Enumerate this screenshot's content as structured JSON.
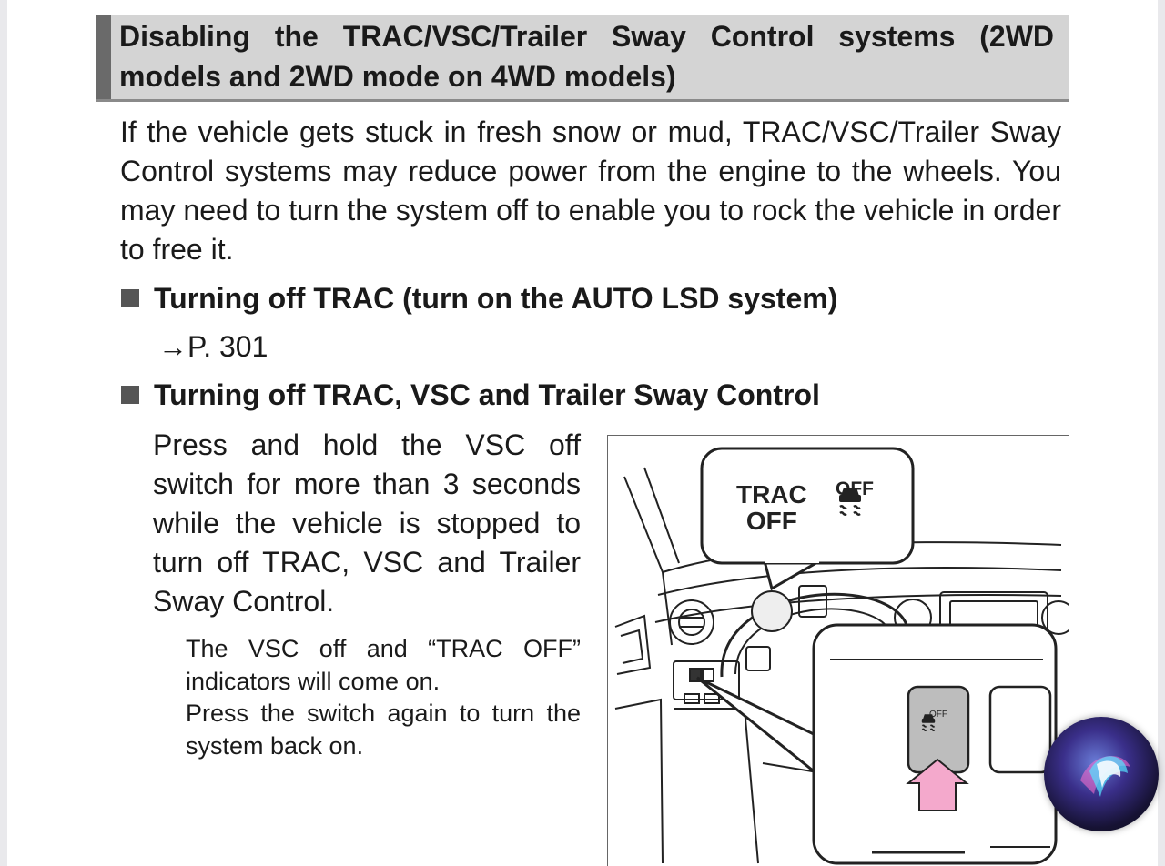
{
  "section": {
    "title": "Disabling the TRAC/VSC/Trailer Sway Control systems (2WD models and 2WD mode on 4WD models)"
  },
  "intro": "If the vehicle gets stuck in fresh snow or mud, TRAC/VSC/Trailer Sway Control systems may reduce power from the engine to the wheels. You may need to turn the system off to enable you to rock the vehicle in order to free it.",
  "subsections": [
    {
      "title": "Turning off TRAC (turn on the AUTO LSD system)",
      "ref": "→P. 301"
    },
    {
      "title": "Turning off TRAC, VSC and Trailer Sway Control",
      "body": "Press and hold the VSC off switch for more than 3 seconds while the vehicle is stopped to turn off TRAC, VSC and Trailer Sway Control.",
      "notes": [
        "The VSC off and “TRAC OFF” indicators will come on.",
        "Press the switch again to turn the system back on."
      ]
    }
  ],
  "figure": {
    "callout_text_line1": "TRAC",
    "callout_text_line2": "OFF",
    "indicator_label": "OFF",
    "switch_label": "OFF",
    "icon": "vsc-off-skid-car-icon",
    "arrow_color": "#f4a9cc"
  },
  "colors": {
    "header_bg": "#d4d4d4",
    "header_bar": "#6a6a6a",
    "bullet": "#555555"
  }
}
